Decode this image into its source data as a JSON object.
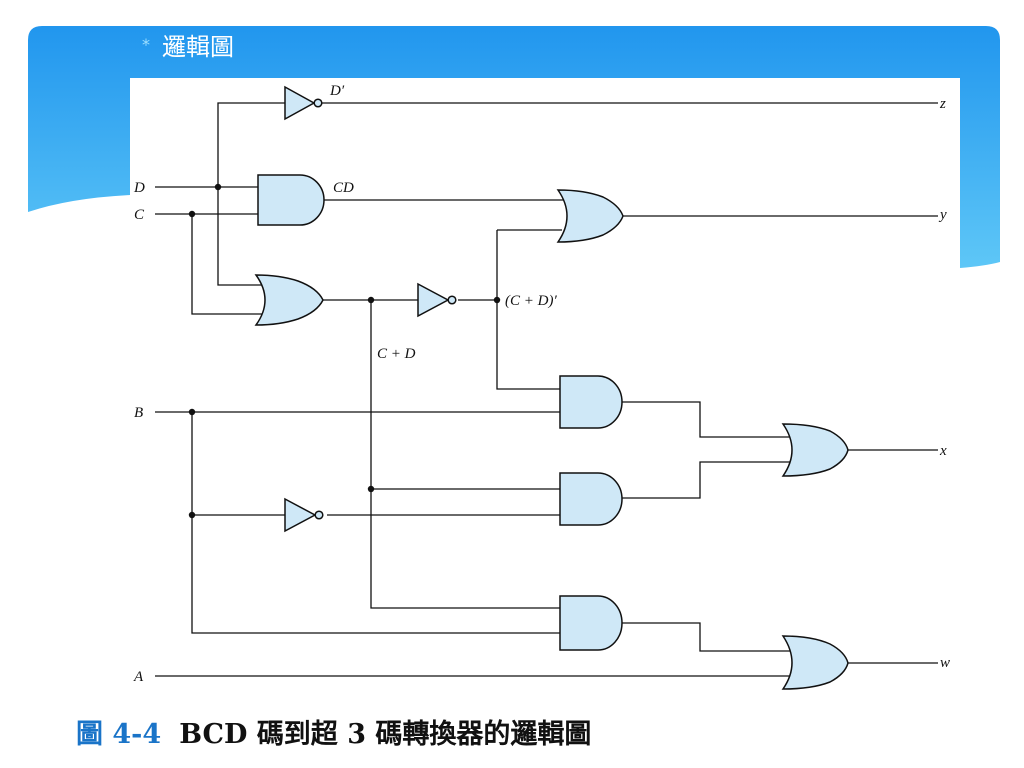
{
  "slide": {
    "bullet": "*",
    "title": "邏輯圖"
  },
  "diagram": {
    "inputs": [
      {
        "id": "D",
        "label": "D"
      },
      {
        "id": "C",
        "label": "C"
      },
      {
        "id": "B",
        "label": "B"
      },
      {
        "id": "A",
        "label": "A"
      }
    ],
    "outputs": [
      {
        "id": "z",
        "label": "z"
      },
      {
        "id": "y",
        "label": "y"
      },
      {
        "id": "x",
        "label": "x"
      },
      {
        "id": "w",
        "label": "w"
      }
    ],
    "signal_labels": {
      "d_not": "D′",
      "cd": "CD",
      "c_plus_d": "C + D",
      "c_plus_d_not": "(C + D)′"
    },
    "gates": [
      {
        "id": "not-d",
        "type": "NOT"
      },
      {
        "id": "and-cd",
        "type": "AND"
      },
      {
        "id": "or-cd",
        "type": "OR"
      },
      {
        "id": "not-cd",
        "type": "NOT"
      },
      {
        "id": "or-y",
        "type": "OR"
      },
      {
        "id": "and-x1",
        "type": "AND"
      },
      {
        "id": "not-b",
        "type": "NOT"
      },
      {
        "id": "and-x2",
        "type": "AND"
      },
      {
        "id": "or-x",
        "type": "OR"
      },
      {
        "id": "and-w",
        "type": "AND"
      },
      {
        "id": "or-w",
        "type": "OR"
      }
    ]
  },
  "caption": {
    "figure_number": "圖 4-4",
    "text": "BCD 碼到超 3 碼轉換器的邏輯圖"
  },
  "colors": {
    "banner_light": "#46bdf5",
    "banner_dark": "#1e88e5",
    "gate_fill": "#cfe8f7",
    "caption_number": "#1a74c8"
  }
}
